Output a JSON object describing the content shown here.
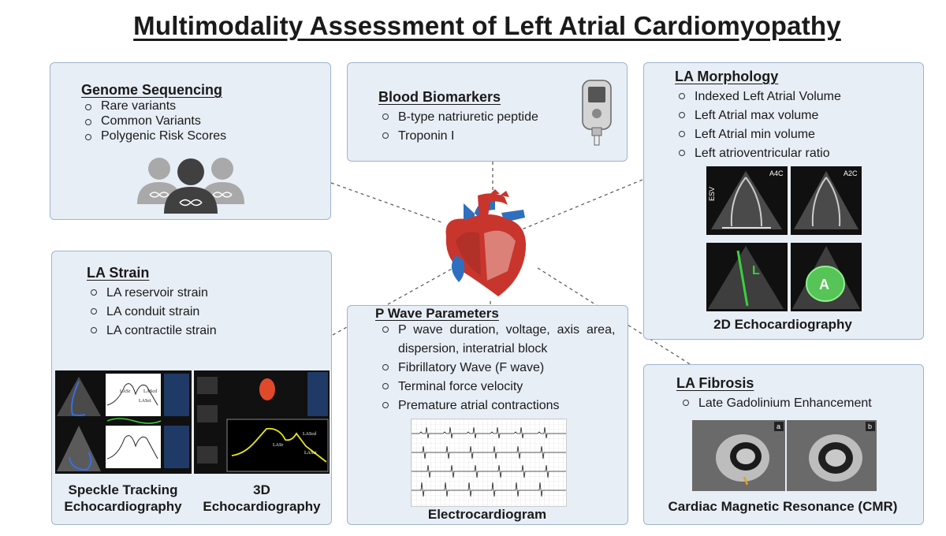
{
  "title": "Multimodality Assessment of Left Atrial Cardiomyopathy",
  "genome": {
    "heading": "Genome Sequencing",
    "items": [
      "Rare variants",
      "Common Variants",
      "Polygenic Risk Scores"
    ]
  },
  "biomarkers": {
    "heading": "Blood Biomarkers",
    "items": [
      "B-type natriuretic peptide",
      "Troponin I"
    ]
  },
  "morphology": {
    "heading": "LA Morphology",
    "items": [
      "Indexed Left Atrial Volume",
      "Left Atrial max volume",
      "Left Atrial min volume",
      "Left atrioventricular ratio"
    ],
    "image_labels": {
      "esv": "ESV",
      "a4c": "A4C",
      "a2c": "A2C",
      "l": "L",
      "a": "A"
    },
    "caption": "2D Echocardiography"
  },
  "strain": {
    "heading": "LA Strain",
    "items": [
      "LA reservoir strain",
      "LA conduit strain",
      "LA contractile strain"
    ],
    "caption_left_1": "Speckle Tracking",
    "caption_left_2": "Echocardiography",
    "caption_right_1": "3D",
    "caption_right_2": "Echocardiography",
    "curve_labels": {
      "lassr": "LASr",
      "lascd": "LAScd",
      "lasct": "LASct"
    }
  },
  "pwave": {
    "heading": "P Wave Parameters",
    "items": [
      "P  wave  duration,  voltage,  axis  area,",
      "Fibrillatory Wave (F wave)",
      "Terminal force velocity",
      "Premature atrial contractions"
    ],
    "item1_cont": "dispersion, interatrial block",
    "caption": "Electrocardiogram"
  },
  "fibrosis": {
    "heading": "LA Fibrosis",
    "items": [
      "Late Gadolinium Enhancement"
    ],
    "panel_labels": {
      "a": "a",
      "b": "b"
    },
    "caption": "Cardiac Magnetic Resonance (CMR)"
  },
  "colors": {
    "box_bg": "#e8eef6",
    "box_border": "#9fb4cf",
    "heart_red": "#c8352d",
    "heart_blue": "#2f6fbf",
    "ecg_grid": "#dcdcdc",
    "curve_yellow": "#e6e61a"
  }
}
